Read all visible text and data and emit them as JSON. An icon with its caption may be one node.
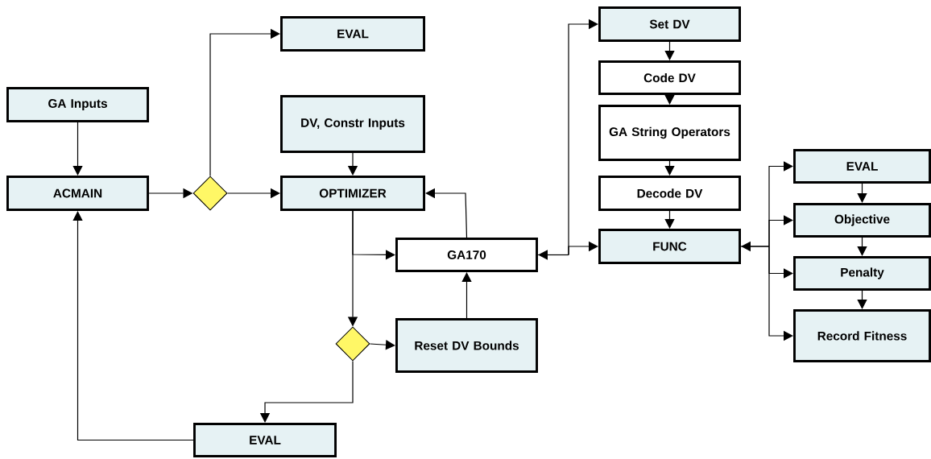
{
  "diagram": {
    "nodes": [
      {
        "text": [
          "GA Inputs"
        ]
      },
      {
        "text": [
          "ACMAIN"
        ]
      },
      {
        "text": [],
        "shape": "diamond"
      },
      {
        "text": [
          "EVAL"
        ]
      },
      {
        "text": [
          "DV, Constr Inputs"
        ]
      },
      {
        "text": [
          "OPTIMIZER"
        ]
      },
      {
        "text": [
          "GA170"
        ]
      },
      {
        "text": [],
        "shape": "diamond"
      },
      {
        "text": [
          "Reset DV Bounds"
        ]
      },
      {
        "text": [
          "EVAL"
        ]
      },
      {
        "text": [
          "Set DV"
        ]
      },
      {
        "text": [
          "Code DV"
        ]
      },
      {
        "text": [
          "GA String Operators"
        ]
      },
      {
        "text": [
          "Decode DV"
        ]
      },
      {
        "text": [
          "FUNC"
        ]
      },
      {
        "text": [
          "EVAL"
        ]
      },
      {
        "text": [
          "Objective"
        ]
      },
      {
        "text": [
          "Penalty"
        ]
      },
      {
        "text": [
          "Record Fitness"
        ]
      }
    ],
    "edges": [
      {
        "from": 0,
        "to": 1,
        "arrow": "to"
      },
      {
        "from": 1,
        "to": 2,
        "arrow": "to"
      },
      {
        "from": 2,
        "to": 3,
        "arrow": "to"
      },
      {
        "from": 2,
        "to": 5,
        "arrow": "to"
      },
      {
        "from": 4,
        "to": 5,
        "arrow": "to"
      },
      {
        "from": 5,
        "to": 6,
        "arrow": "to"
      },
      {
        "from": 5,
        "to": 7,
        "arrow": "to"
      },
      {
        "from": 7,
        "to": 8,
        "arrow": "to"
      },
      {
        "from": 7,
        "to": 9,
        "arrow": "to"
      },
      {
        "from": 9,
        "to": 1,
        "arrow": "to"
      },
      {
        "from": 6,
        "to": 5,
        "arrow": "to"
      },
      {
        "from": 8,
        "to": 6,
        "arrow": "to"
      },
      {
        "from": 6,
        "to": 10,
        "arrow": "both"
      },
      {
        "from": 6,
        "to": 14,
        "arrow": "both"
      },
      {
        "from": 10,
        "to": 11,
        "arrow": "to"
      },
      {
        "from": 11,
        "to": 12,
        "arrow": "to"
      },
      {
        "from": 12,
        "to": 13,
        "arrow": "to"
      },
      {
        "from": 13,
        "to": 14,
        "arrow": "to"
      },
      {
        "from": 14,
        "to": 15,
        "arrow": "both"
      },
      {
        "from": 14,
        "to": 16,
        "arrow": "both"
      },
      {
        "from": 14,
        "to": 17,
        "arrow": "both"
      },
      {
        "from": 14,
        "to": 18,
        "arrow": "both"
      },
      {
        "from": 15,
        "to": 16,
        "arrow": "to"
      },
      {
        "from": 16,
        "to": 17,
        "arrow": "to"
      },
      {
        "from": 17,
        "to": 18,
        "arrow": "to"
      }
    ]
  }
}
